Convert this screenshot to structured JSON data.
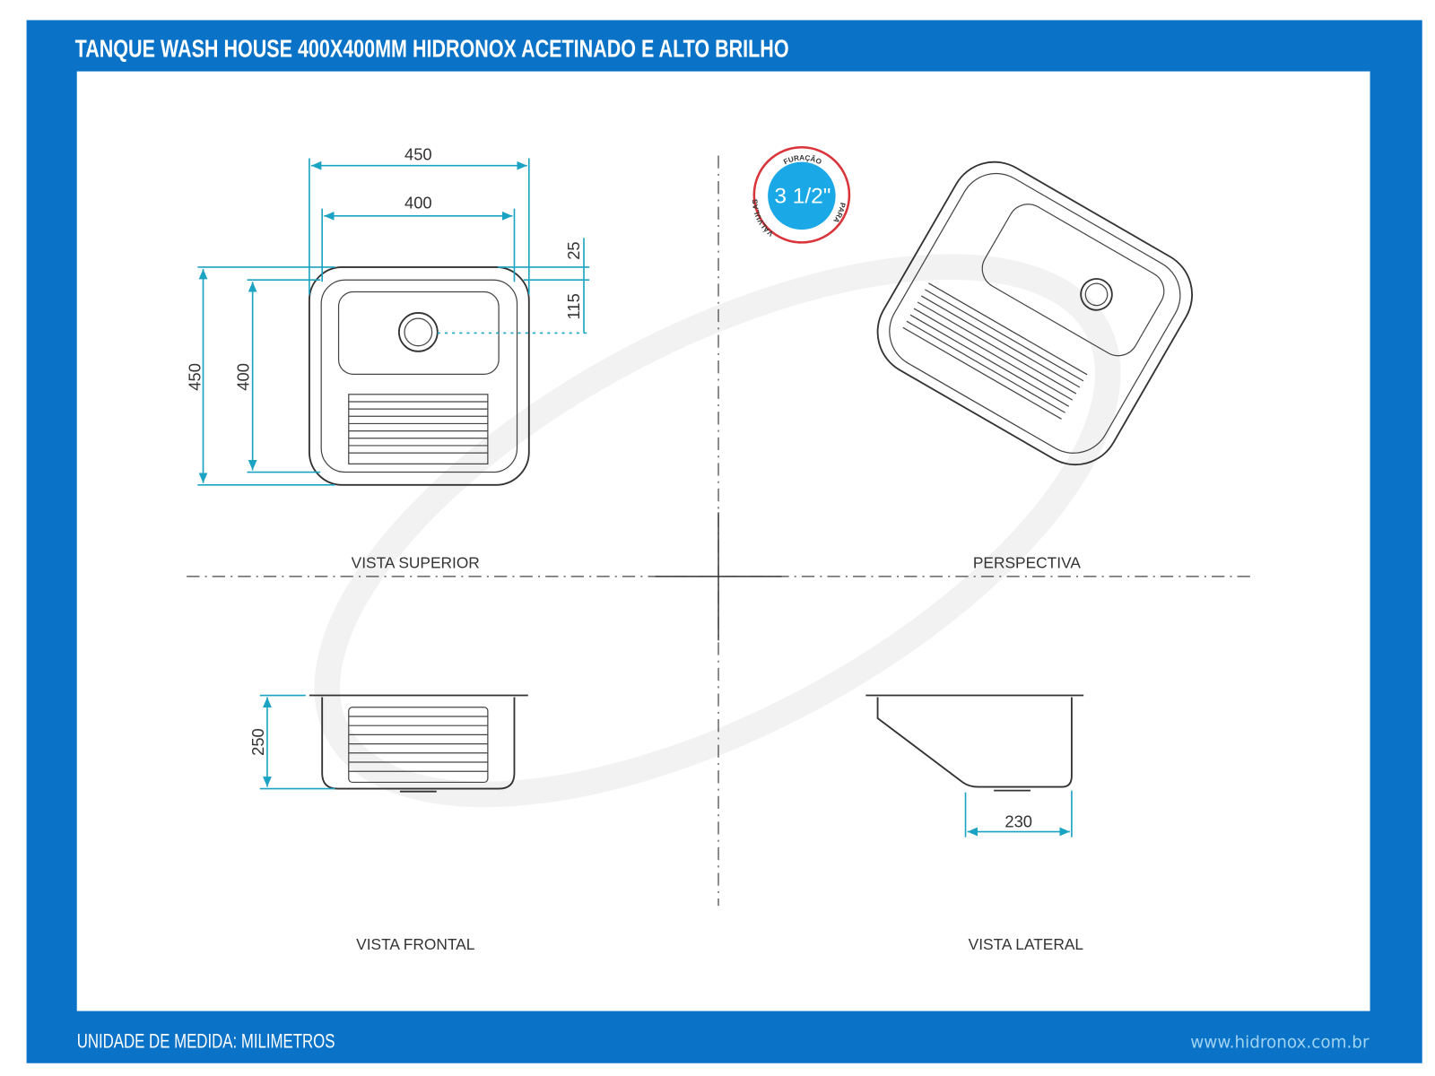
{
  "title": "TANQUE WASH HOUSE 400X400MM HIDRONOX ACETINADO E ALTO BRILHO",
  "footer": {
    "unit_label": "UNIDADE DE MEDIDA: MILIMETROS",
    "website": "www.hidronox.com.br"
  },
  "badge": {
    "value": "3 1/2\"",
    "top_text": "FURAÇÃO",
    "left_text": "VÁLVULAS",
    "right_text": "PARA"
  },
  "views": {
    "top": {
      "label": "VISTA SUPERIOR",
      "dims": {
        "outer_width": "450",
        "inner_width": "400",
        "outer_height": "450",
        "inner_height": "400",
        "rim": "25",
        "drain_offset": "115"
      }
    },
    "perspective": {
      "label": "PERSPECTIVA"
    },
    "front": {
      "label": "VISTA FRONTAL",
      "dims": {
        "depth": "250"
      }
    },
    "side": {
      "label": "VISTA LATERAL",
      "dims": {
        "bottom": "230"
      }
    }
  },
  "colors": {
    "frame": "#0a73c7",
    "dimension": "#1aa3c2",
    "badge": "#1aa9e6",
    "badge_ring": "#d9343a"
  }
}
